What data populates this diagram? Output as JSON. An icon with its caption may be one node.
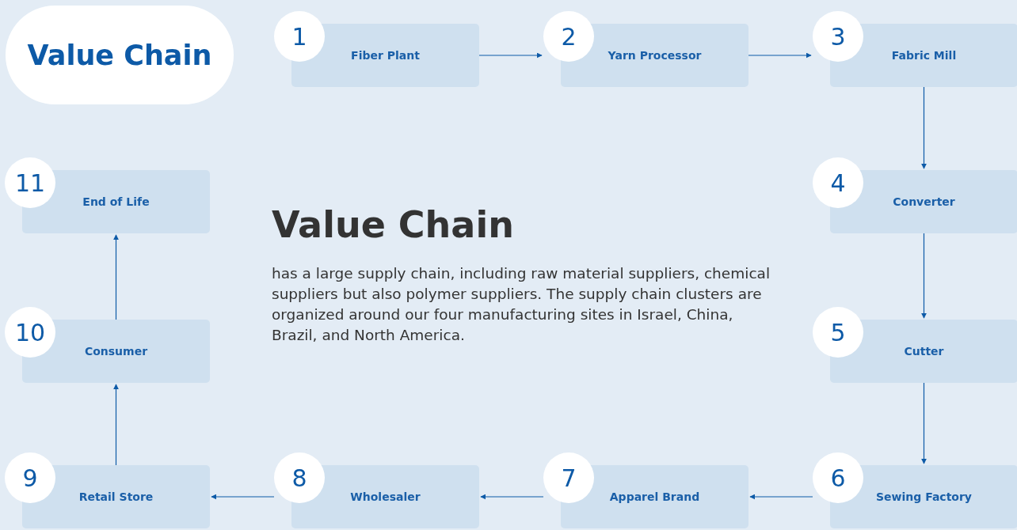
{
  "diagram": {
    "nodes": [
      {
        "text": [
          "Value Chain"
        ]
      },
      {
        "text": [
          "1",
          "Fiber Plant"
        ]
      },
      {
        "text": [
          "2",
          "Yarn Processor"
        ]
      },
      {
        "text": [
          "3",
          "Fabric Mill"
        ]
      },
      {
        "text": [
          "4",
          "Converter"
        ]
      },
      {
        "text": [
          "5",
          "Cutter"
        ]
      },
      {
        "text": [
          "6",
          "Sewing Factory"
        ]
      },
      {
        "text": [
          "7",
          "Apparel Brand"
        ]
      },
      {
        "text": [
          "8",
          "Wholesaler"
        ]
      },
      {
        "text": [
          "9",
          "Retail Store"
        ]
      },
      {
        "text": [
          "10",
          "Consumer"
        ]
      },
      {
        "text": [
          "11",
          "End of Life"
        ]
      }
    ],
    "edges": [
      {
        "from": 1,
        "to": 2,
        "arrow": "to"
      },
      {
        "from": 2,
        "to": 3,
        "arrow": "to"
      },
      {
        "from": 3,
        "to": 4,
        "arrow": "to"
      },
      {
        "from": 4,
        "to": 5,
        "arrow": "to"
      },
      {
        "from": 5,
        "to": 6,
        "arrow": "to"
      },
      {
        "from": 6,
        "to": 7,
        "arrow": "to"
      },
      {
        "from": 7,
        "to": 8,
        "arrow": "to"
      },
      {
        "from": 8,
        "to": 9,
        "arrow": "to"
      },
      {
        "from": 9,
        "to": 10,
        "arrow": "to"
      },
      {
        "from": 10,
        "to": 11,
        "arrow": "to"
      }
    ],
    "labels": [
      "Value Chain",
      "has a large supply chain, including raw material suppliers, chemical suppliers but also polymer suppliers. The supply chain clusters are organized around our four manufacturing sites in Israel, China, Brazil, and North America."
    ]
  }
}
